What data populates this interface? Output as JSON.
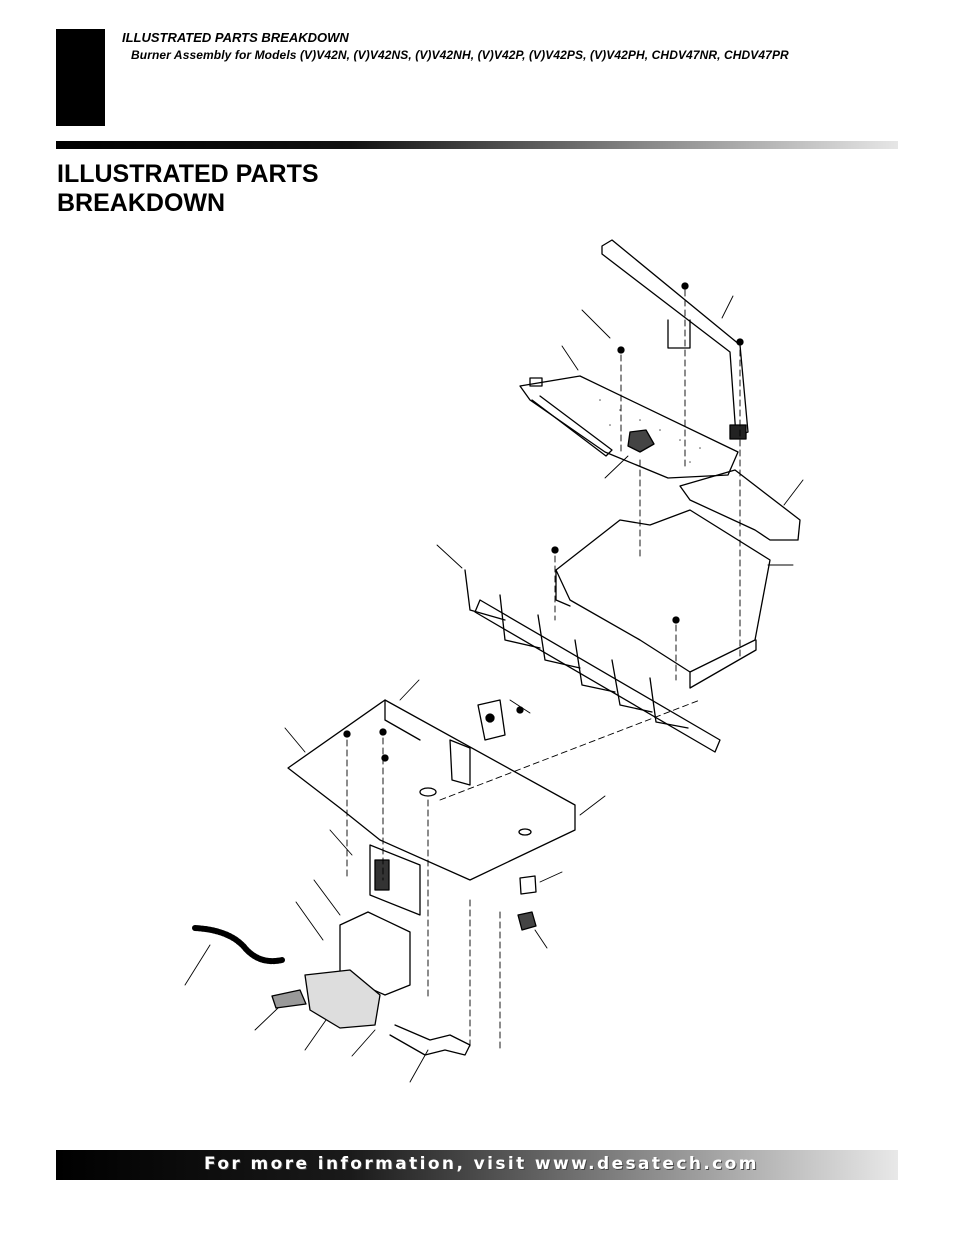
{
  "header": {
    "title": "ILLUSTRATED PARTS BREAKDOWN",
    "subtitle": "Burner Assembly for Models (V)V42N, (V)V42NS, (V)V42NH, (V)V42P,  (V)V42PS, (V)V42PH, CHDV47NR, CHDV47PR"
  },
  "section": {
    "title_line1": "ILLUSTRATED PARTS",
    "title_line2": "BREAKDOWN"
  },
  "footer": {
    "text": "For more information, visit www.desatech.com"
  }
}
